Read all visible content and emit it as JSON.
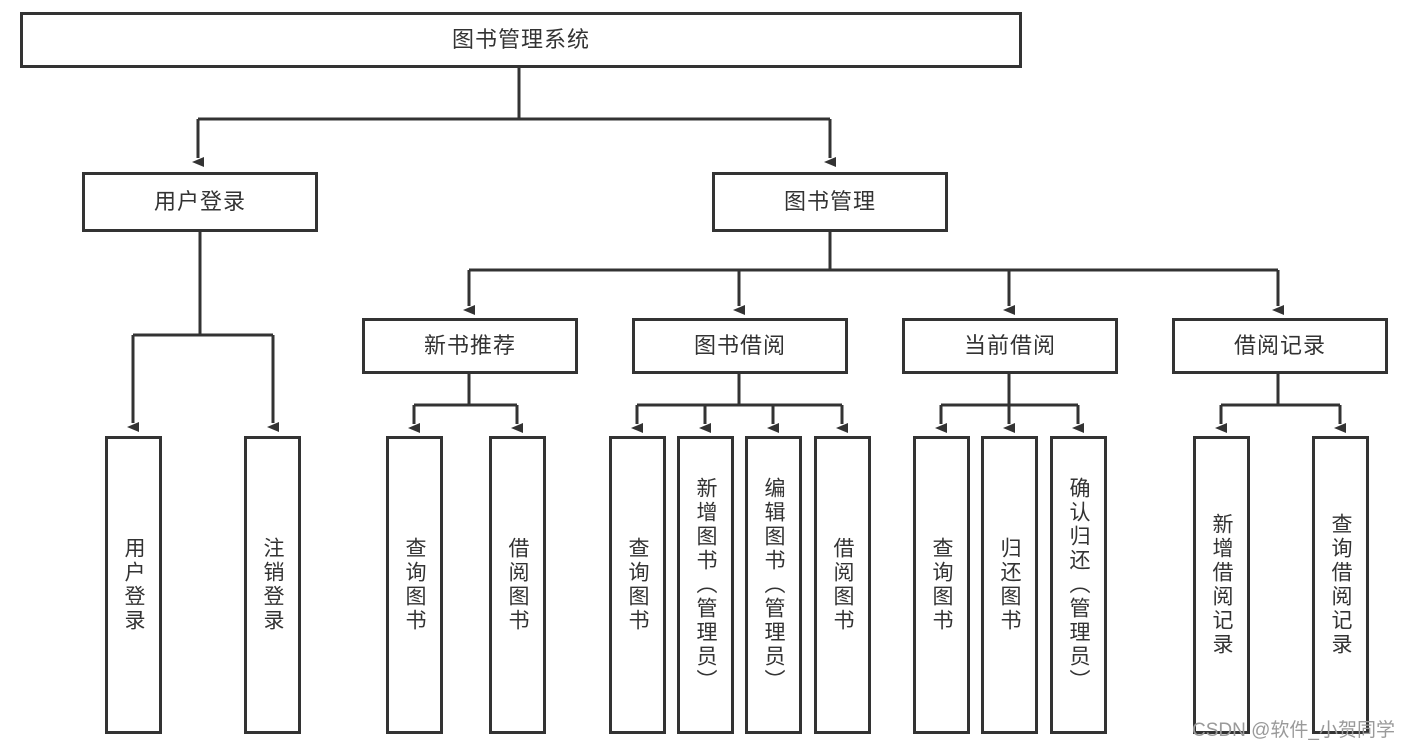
{
  "diagram": {
    "title": "图书管理系统",
    "type": "tree-hierarchy",
    "watermark": "CSDN @软件_小贺同学",
    "colors": {
      "background": "#ffffff",
      "border": "#333333",
      "text": "#333333",
      "connector": "#333333",
      "watermark": "#9a9a9a"
    },
    "nodes": {
      "root": {
        "label": "图书管理系统",
        "level": 1,
        "orientation": "horizontal"
      },
      "l2_user_login": {
        "label": "用户登录",
        "level": 2,
        "orientation": "horizontal"
      },
      "l2_book_manage": {
        "label": "图书管理",
        "level": 2,
        "orientation": "horizontal"
      },
      "l3_new_book_rec": {
        "label": "新书推荐",
        "level": 3,
        "orientation": "horizontal"
      },
      "l3_book_borrow": {
        "label": "图书借阅",
        "level": 3,
        "orientation": "horizontal"
      },
      "l3_current_borrow": {
        "label": "当前借阅",
        "level": 3,
        "orientation": "horizontal"
      },
      "l3_borrow_record": {
        "label": "借阅记录",
        "level": 3,
        "orientation": "horizontal"
      },
      "leaf_user_login": {
        "label": "用户登录",
        "level": 4,
        "orientation": "vertical"
      },
      "leaf_user_logout": {
        "label": "注销登录",
        "level": 4,
        "orientation": "vertical"
      },
      "leaf_query_book_rec": {
        "label": "查询图书",
        "level": 4,
        "orientation": "vertical"
      },
      "leaf_borrow_book_rec": {
        "label": "借阅图书",
        "level": 4,
        "orientation": "vertical"
      },
      "leaf_query_book_borrow": {
        "label": "查询图书",
        "level": 4,
        "orientation": "vertical"
      },
      "leaf_add_book": {
        "label": "新增图书（管理员）",
        "level": 4,
        "orientation": "vertical"
      },
      "leaf_edit_book": {
        "label": "编辑图书（管理员）",
        "level": 4,
        "orientation": "vertical"
      },
      "leaf_borrow_book": {
        "label": "借阅图书",
        "level": 4,
        "orientation": "vertical"
      },
      "leaf_query_book_current": {
        "label": "查询图书",
        "level": 4,
        "orientation": "vertical"
      },
      "leaf_return_book": {
        "label": "归还图书",
        "level": 4,
        "orientation": "vertical"
      },
      "leaf_confirm_return": {
        "label": "确认归还（管理员）",
        "level": 4,
        "orientation": "vertical"
      },
      "leaf_add_record": {
        "label": "新增借阅记录",
        "level": 4,
        "orientation": "vertical"
      },
      "leaf_query_record": {
        "label": "查询借阅记录",
        "level": 4,
        "orientation": "vertical"
      }
    },
    "edges": [
      {
        "from": "root",
        "to": "l2_user_login"
      },
      {
        "from": "root",
        "to": "l2_book_manage"
      },
      {
        "from": "l2_user_login",
        "to": "leaf_user_login"
      },
      {
        "from": "l2_user_login",
        "to": "leaf_user_logout"
      },
      {
        "from": "l2_book_manage",
        "to": "l3_new_book_rec"
      },
      {
        "from": "l2_book_manage",
        "to": "l3_book_borrow"
      },
      {
        "from": "l2_book_manage",
        "to": "l3_current_borrow"
      },
      {
        "from": "l2_book_manage",
        "to": "l3_borrow_record"
      },
      {
        "from": "l3_new_book_rec",
        "to": "leaf_query_book_rec"
      },
      {
        "from": "l3_new_book_rec",
        "to": "leaf_borrow_book_rec"
      },
      {
        "from": "l3_book_borrow",
        "to": "leaf_query_book_borrow"
      },
      {
        "from": "l3_book_borrow",
        "to": "leaf_add_book"
      },
      {
        "from": "l3_book_borrow",
        "to": "leaf_edit_book"
      },
      {
        "from": "l3_book_borrow",
        "to": "leaf_borrow_book"
      },
      {
        "from": "l3_current_borrow",
        "to": "leaf_query_book_current"
      },
      {
        "from": "l3_current_borrow",
        "to": "leaf_return_book"
      },
      {
        "from": "l3_current_borrow",
        "to": "leaf_confirm_return"
      },
      {
        "from": "l3_borrow_record",
        "to": "leaf_add_record"
      },
      {
        "from": "l3_borrow_record",
        "to": "leaf_query_record"
      }
    ]
  }
}
